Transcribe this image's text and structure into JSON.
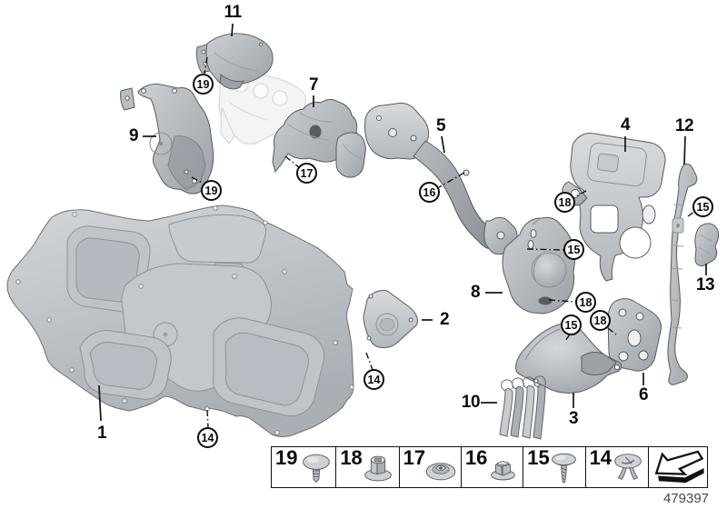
{
  "diagram": {
    "doc_number": "479397",
    "part_labels": [
      {
        "id": "1"
      },
      {
        "id": "2"
      },
      {
        "id": "3"
      },
      {
        "id": "4"
      },
      {
        "id": "5"
      },
      {
        "id": "6"
      },
      {
        "id": "7"
      },
      {
        "id": "8"
      },
      {
        "id": "9"
      },
      {
        "id": "10"
      },
      {
        "id": "11"
      },
      {
        "id": "12"
      },
      {
        "id": "13"
      }
    ],
    "callouts": [
      {
        "ref": "19"
      },
      {
        "ref": "19"
      },
      {
        "ref": "17"
      },
      {
        "ref": "16"
      },
      {
        "ref": "18"
      },
      {
        "ref": "15"
      },
      {
        "ref": "15"
      },
      {
        "ref": "18"
      },
      {
        "ref": "18"
      },
      {
        "ref": "15"
      },
      {
        "ref": "14"
      },
      {
        "ref": "14"
      }
    ],
    "legend": {
      "items": [
        {
          "label": "19",
          "icon": "expanding-rivet-icon"
        },
        {
          "label": "18",
          "icon": "hex-nut-washer-icon"
        },
        {
          "label": "17",
          "icon": "plate-nut-icon"
        },
        {
          "label": "16",
          "icon": "flange-nut-icon"
        },
        {
          "label": "15",
          "icon": "screw-rivet-icon"
        },
        {
          "label": "14",
          "icon": "spread-clip-icon"
        },
        {
          "label": "",
          "icon": "return-arrow-icon"
        }
      ]
    }
  }
}
